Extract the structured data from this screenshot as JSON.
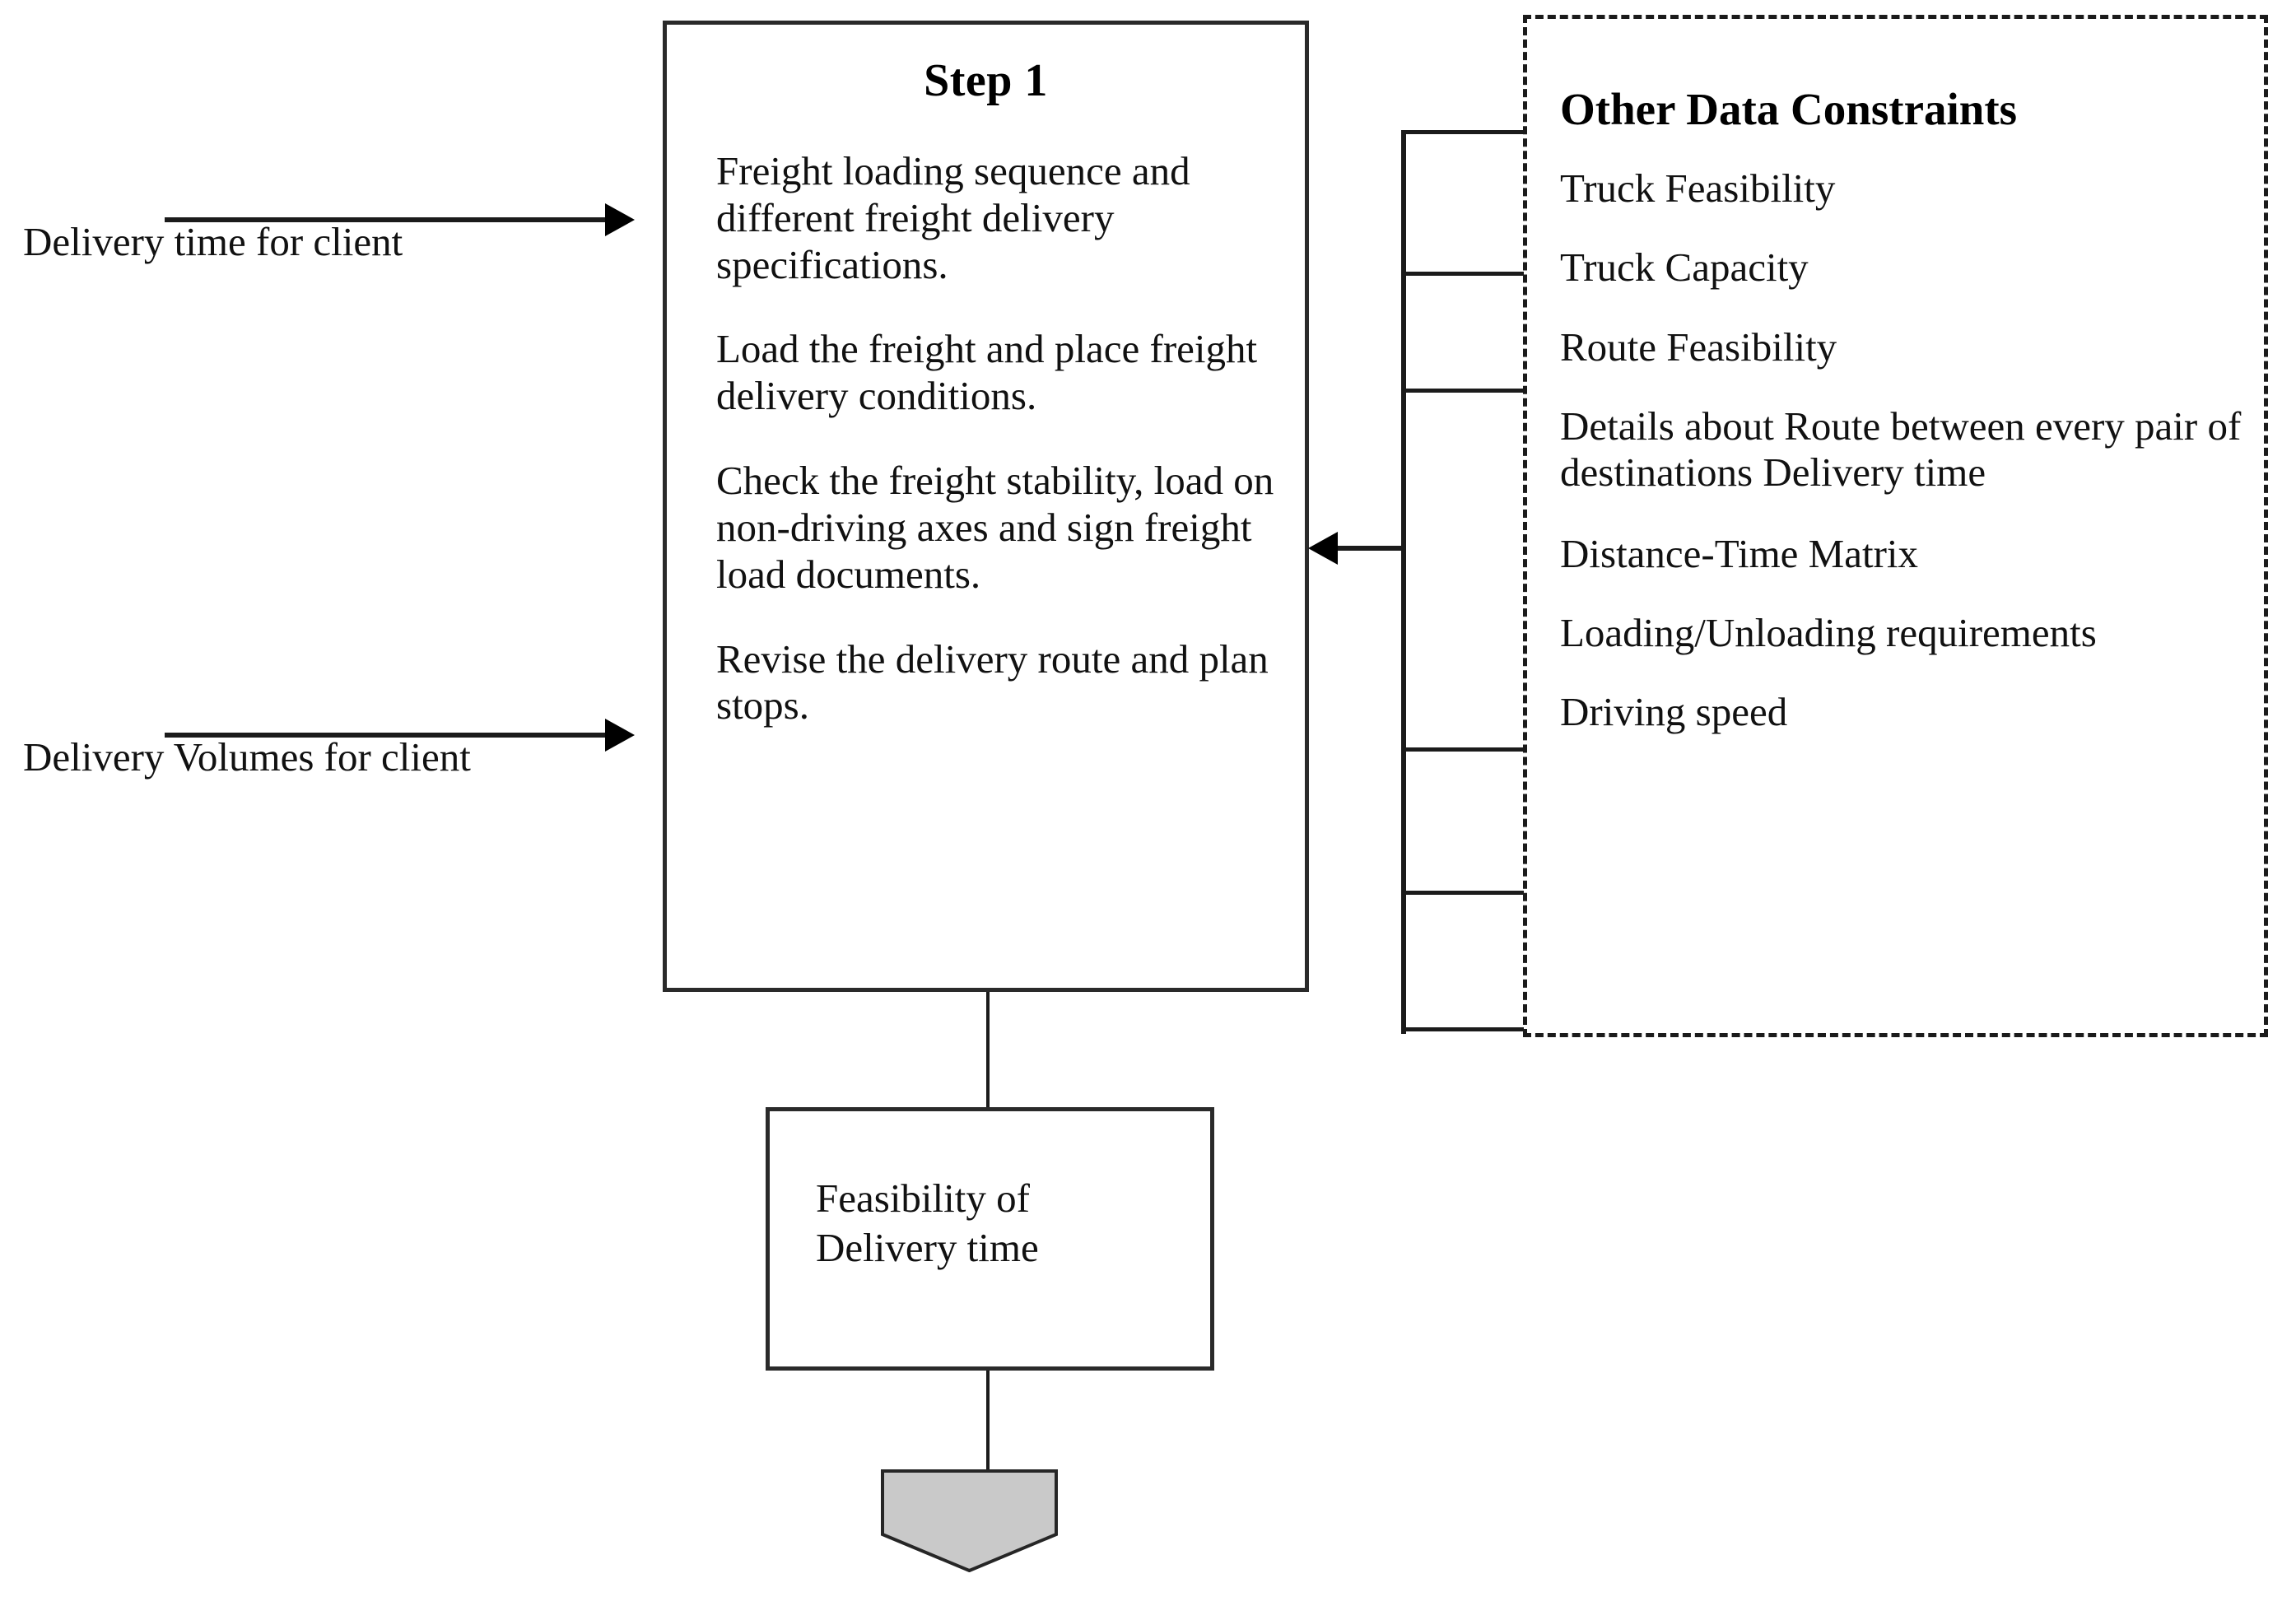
{
  "diagram": {
    "title": "Step 1 freight loading and delivery feasibility flowchart",
    "inputs": [
      {
        "label": "Delivery time for client",
        "arrow": "arrow-right-icon"
      },
      {
        "label": "Delivery Volumes for client",
        "arrow": "arrow-right-icon"
      }
    ],
    "step1": {
      "title": "Step 1",
      "paragraphs": [
        "Freight loading sequence and different freight delivery specifications.",
        "Load the freight and place freight delivery conditions.",
        "Check the freight stability, load on non-driving axes and sign freight load documents.",
        "Revise the delivery route and plan stops."
      ]
    },
    "feasibility": {
      "text": "Feasibility of\nDelivery time"
    },
    "terminator": {
      "name": "process-end-pentagon",
      "label": "",
      "fill": "#c9c9c9",
      "stroke": "#262626"
    },
    "constraints": {
      "title": "Other Data Constraints",
      "items": [
        "Truck Feasibility",
        "Truck Capacity",
        "Route Feasibility",
        "Details about Route between every pair of destinations Delivery time",
        "Distance-Time Matrix",
        "Loading/Unloading requirements",
        "Driving speed"
      ]
    },
    "connector": {
      "name": "constraints-to-step1-bracket",
      "arrow": "arrow-left-icon",
      "tick_count": 6
    },
    "colors": {
      "line": "#1b1b1b",
      "box_border": "#2a2a2a",
      "pentagon_fill": "#c9c9c9",
      "background": "#ffffff",
      "text": "#111111"
    }
  }
}
